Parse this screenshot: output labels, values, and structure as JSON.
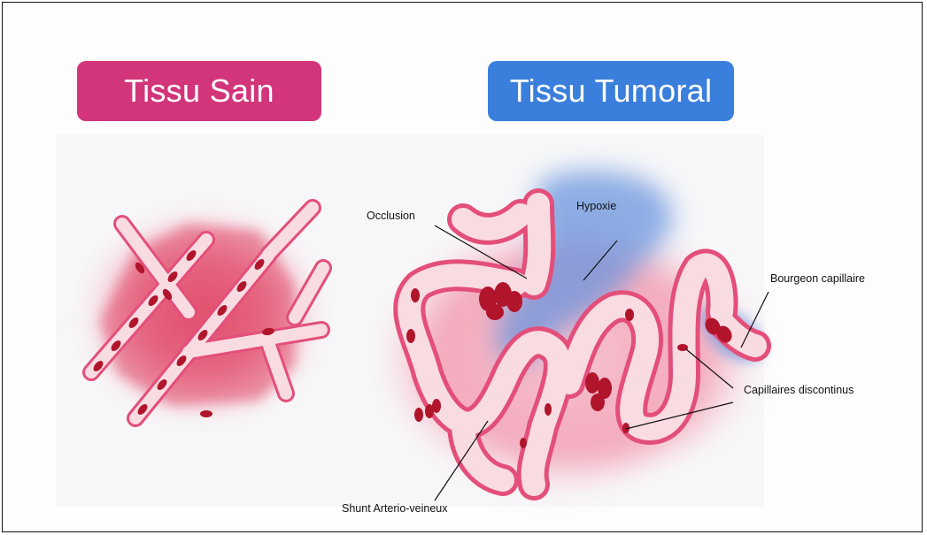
{
  "titles": {
    "healthy": "Tissu Sain",
    "tumor": "Tissu Tumoral"
  },
  "labels": {
    "occlusion": "Occlusion",
    "hypoxia": "Hypoxie",
    "sprout": "Bourgeon capillaire",
    "discontinuous": "Capillaires discontinus",
    "shunt": "Shunt Arterio-veineux"
  },
  "colors": {
    "healthy_title_bg": "#d2357a",
    "tumor_title_bg": "#3a7fdc",
    "vessel": "#f7d3dc",
    "vessel_edge": "#e34f7a",
    "tissue_glow": "#ef8fa6",
    "hypoxia": "#6b94de",
    "cell": "#b0152c"
  }
}
